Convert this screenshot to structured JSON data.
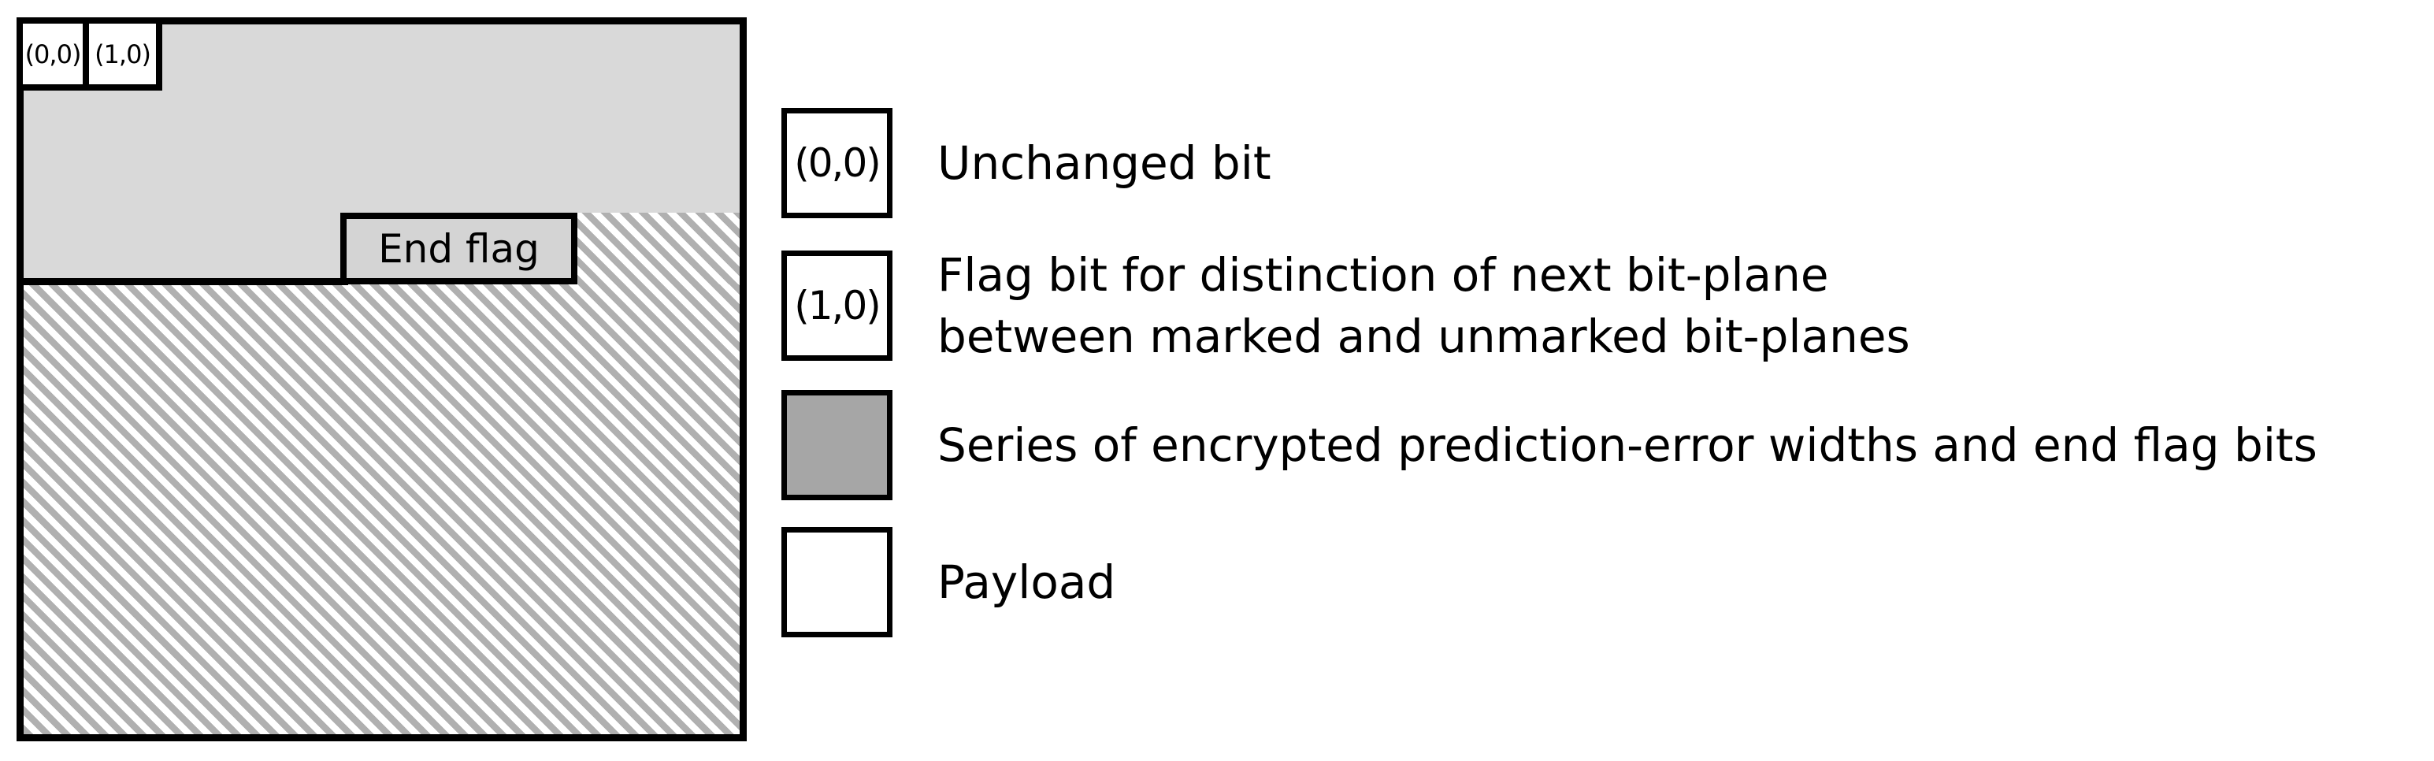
{
  "diagram": {
    "cells": [
      {
        "label": "(0,0)"
      },
      {
        "label": "(1,0)"
      }
    ],
    "end_flag_label": "End flag"
  },
  "legend": {
    "items": [
      {
        "key": "(0,0)",
        "label": "Unchanged bit",
        "swatch": "white-box"
      },
      {
        "key": "(1,0)",
        "label_line1": "Flag bit for distinction of next bit-plane",
        "label_line2": "between marked and unmarked bit-planes",
        "swatch": "white-box"
      },
      {
        "label": "Series of encrypted prediction-error widths and end flag bits",
        "swatch": "gray-box"
      },
      {
        "label": "Payload",
        "swatch": "hatch-box"
      }
    ]
  },
  "colors": {
    "light_gray": "#d9d9d9",
    "endflag_gray": "#d4d4d4",
    "series_gray": "#a6a6a6",
    "hatch_gray": "#b0b0b0",
    "border_black": "#000000",
    "background": "#ffffff"
  }
}
